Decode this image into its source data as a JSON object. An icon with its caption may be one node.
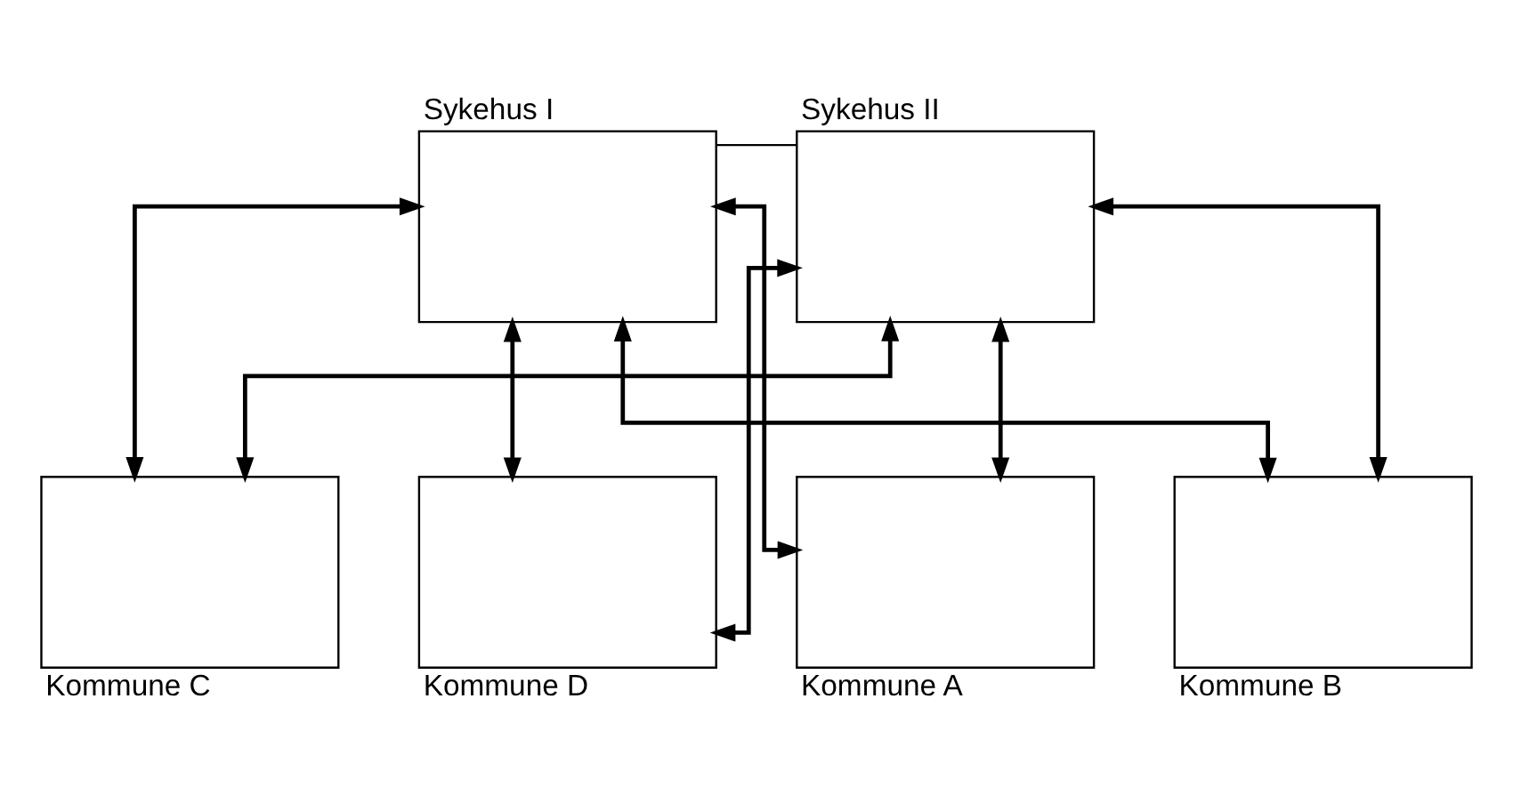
{
  "diagram": {
    "nodes": [
      {
        "text": [
          "Sykehus I"
        ]
      },
      {
        "text": [
          "Sykehus II"
        ]
      },
      {
        "text": [
          "Kommune A"
        ]
      },
      {
        "text": [
          "Kommune B"
        ]
      },
      {
        "text": [
          "Kommune C"
        ]
      },
      {
        "text": [
          "Kommune D"
        ]
      }
    ],
    "edges": [
      {
        "from": 0,
        "to": 1,
        "arrow": "none"
      },
      {
        "from": 0,
        "to": 2,
        "arrow": "both"
      },
      {
        "from": 0,
        "to": 3,
        "arrow": "both"
      },
      {
        "from": 0,
        "to": 4,
        "arrow": "both"
      },
      {
        "from": 0,
        "to": 5,
        "arrow": "both"
      },
      {
        "from": 1,
        "to": 2,
        "arrow": "both"
      },
      {
        "from": 1,
        "to": 3,
        "arrow": "both"
      },
      {
        "from": 1,
        "to": 4,
        "arrow": "both"
      },
      {
        "from": 1,
        "to": 5,
        "arrow": "both"
      }
    ]
  }
}
